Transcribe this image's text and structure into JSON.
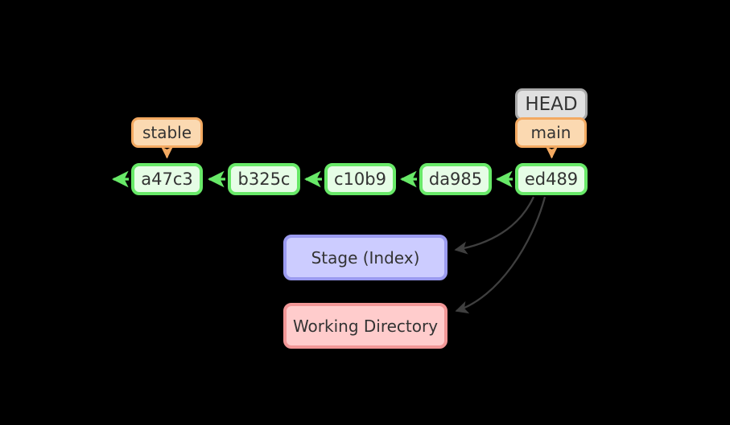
{
  "colors": {
    "background": "#000000",
    "text": "#333333",
    "commit-border": "#68e968",
    "commit-fill": "#e6fde6",
    "branch-border": "#f3a961",
    "branch-fill": "#fbd9b1",
    "head-border": "#a9a9a9",
    "head-fill": "#e0e0e0",
    "stage-border": "#9b9bf0",
    "stage-fill": "#ccccff",
    "workdir-border": "#f29797",
    "workdir-fill": "#ffcccc",
    "dark-arrow": "#3f3f3f"
  },
  "head": {
    "label": "HEAD"
  },
  "branches": [
    {
      "id": "main",
      "label": "main"
    },
    {
      "id": "stable",
      "label": "stable"
    }
  ],
  "commits": [
    {
      "label": "a47c3"
    },
    {
      "label": "b325c"
    },
    {
      "label": "c10b9"
    },
    {
      "label": "da985"
    },
    {
      "label": "ed489"
    }
  ],
  "areas": {
    "stage": {
      "label": "Stage (Index)"
    },
    "working_directory": {
      "label": "Working Directory"
    }
  }
}
